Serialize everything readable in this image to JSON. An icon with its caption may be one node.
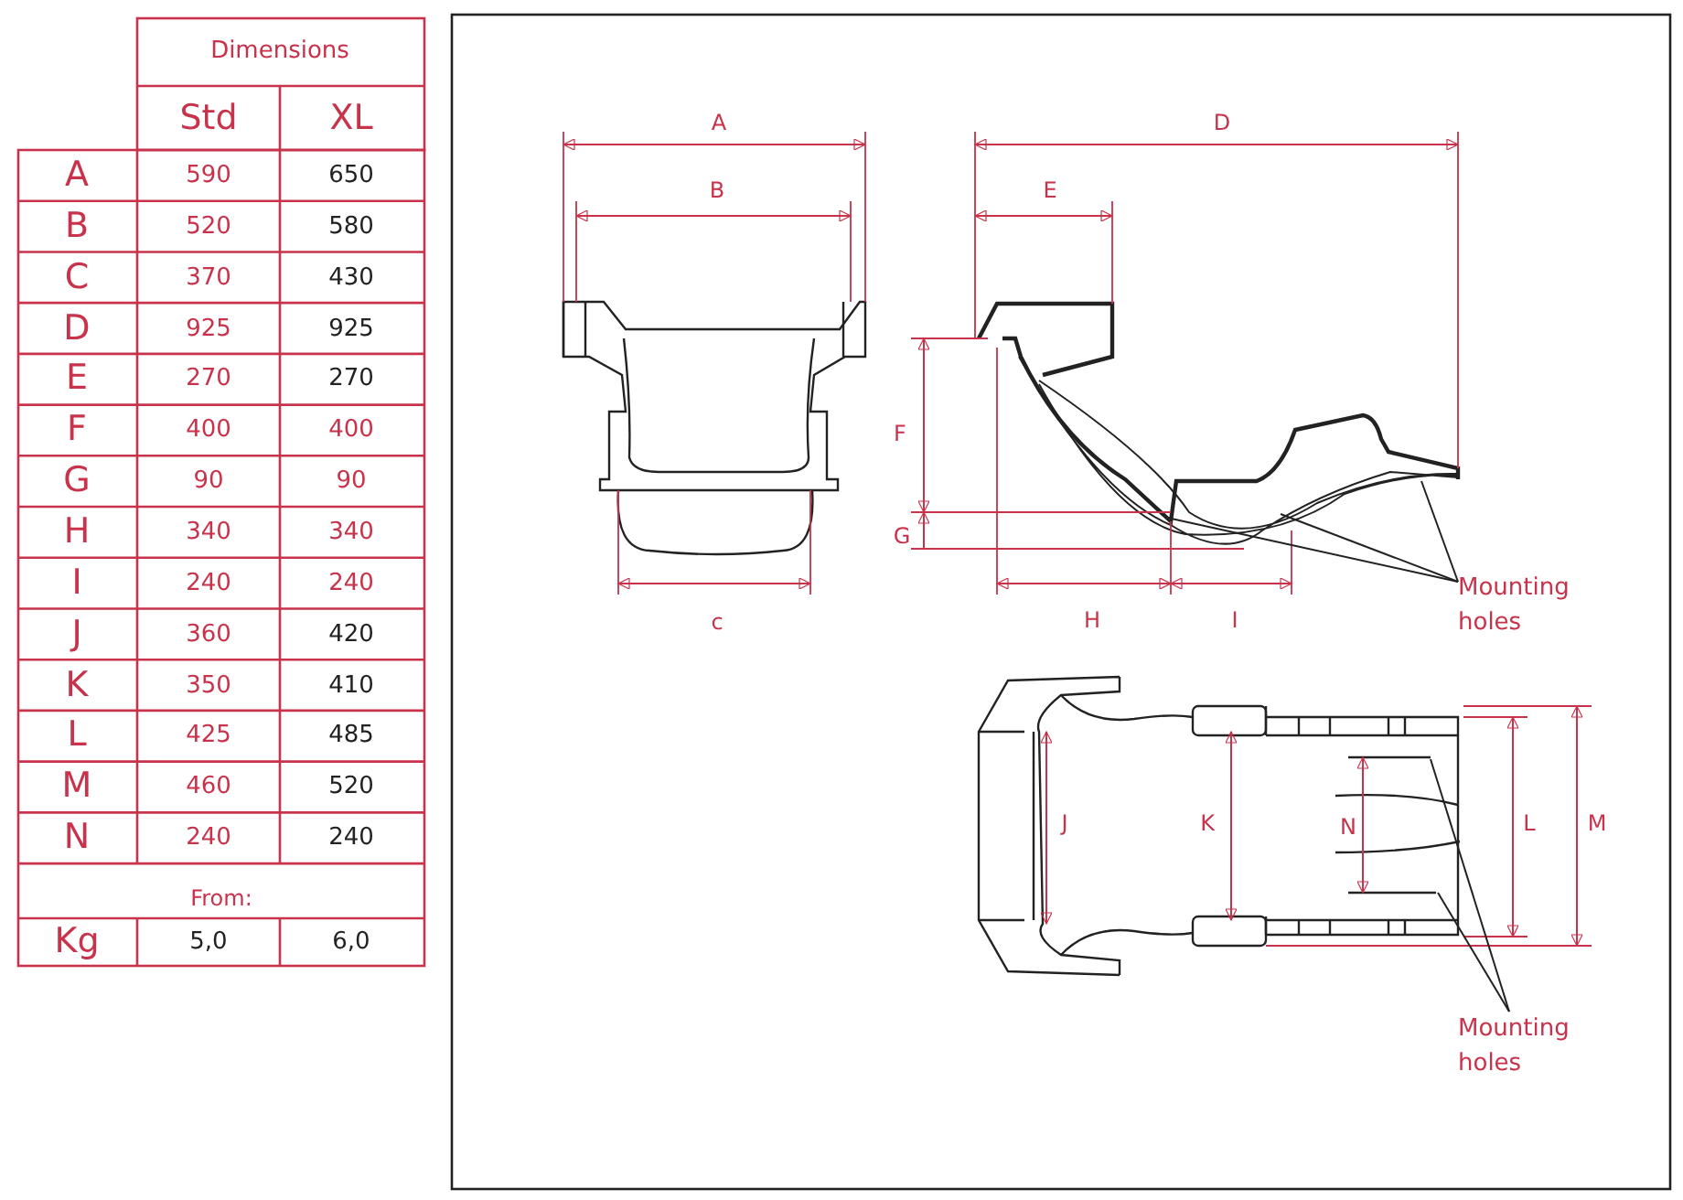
{
  "diagram": {
    "nodes": [
      {
        "text": [
          "Mounting holes"
        ]
      },
      {
        "text": [
          "Mounting holes"
        ]
      }
    ],
    "edges": [
      {
        "from": 0,
        "to": null,
        "arrow": "none"
      },
      {
        "from": 0,
        "to": null,
        "arrow": "none"
      },
      {
        "from": 0,
        "to": null,
        "arrow": "none"
      },
      {
        "from": 1,
        "to": null,
        "arrow": "none"
      },
      {
        "from": 1,
        "to": null,
        "arrow": "none"
      }
    ],
    "labels": [
      "Dimensions",
      "Std",
      "XL",
      "A",
      "590",
      "650",
      "B",
      "520",
      "580",
      "C",
      "370",
      "430",
      "D",
      "925",
      "925",
      "E",
      "270",
      "270",
      "F",
      "400",
      "400",
      "G",
      "90",
      "90",
      "H",
      "340",
      "340",
      "I",
      "240",
      "240",
      "J",
      "360",
      "420",
      "K",
      "350",
      "410",
      "L",
      "425",
      "485",
      "M",
      "460",
      "520",
      "N",
      "240",
      "240",
      "From:",
      "Kg",
      "5,0",
      "6,0",
      "A",
      "D",
      "B",
      "E",
      "F",
      "G",
      "c",
      "H",
      "I",
      "J",
      "K",
      "N",
      "L",
      "M"
    ]
  }
}
